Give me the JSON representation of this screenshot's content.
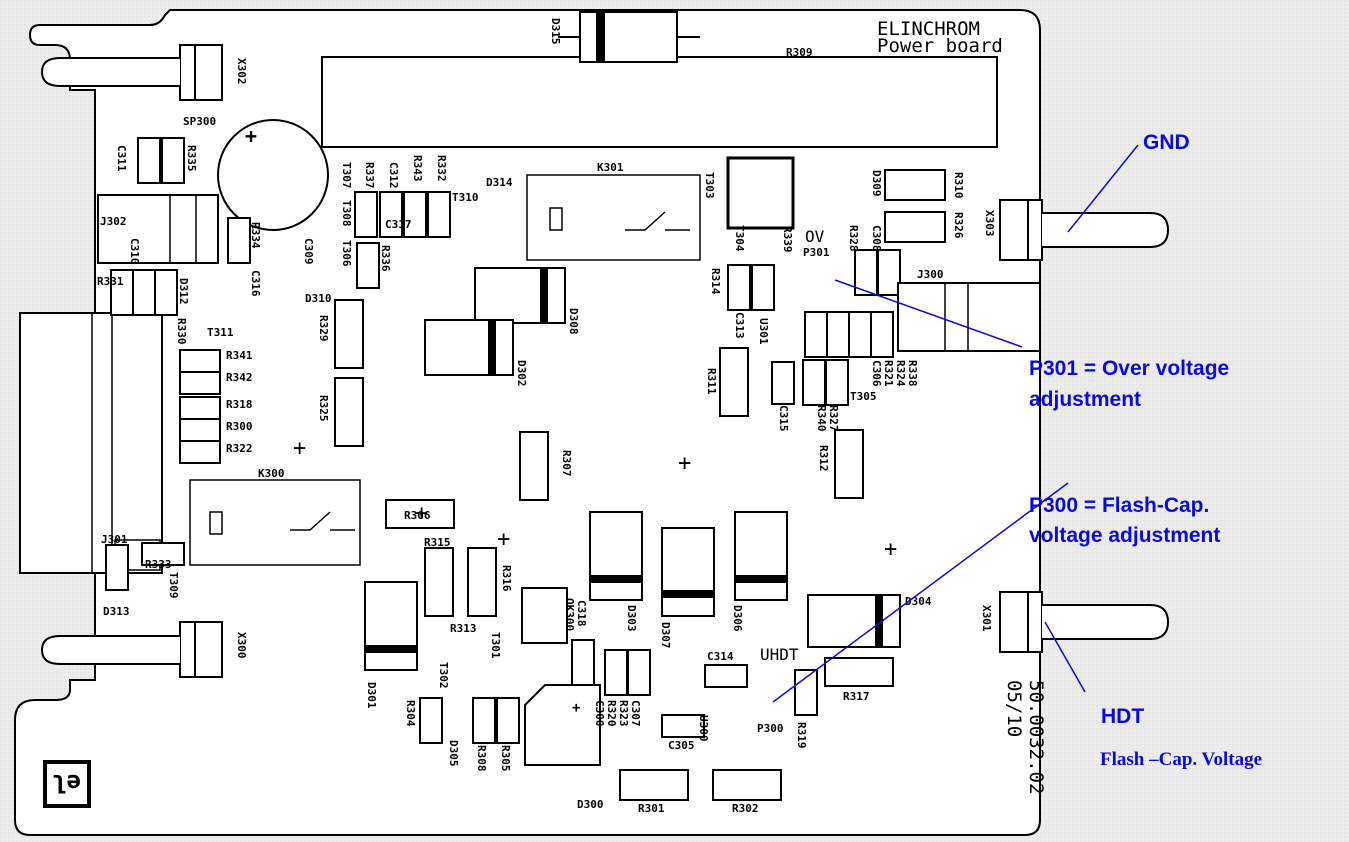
{
  "board": {
    "brand": "ELINCHROM",
    "name": "Power board",
    "part_number": "50.0032.02",
    "date_code": "05/10",
    "ov_label": "OV",
    "uhdt_label": "UHDT",
    "logo_text": "el"
  },
  "annotations": {
    "gnd": "GND",
    "p301_line1": "P301 = Over voltage",
    "p301_line2": "adjustment",
    "p300_line1": "P300 = Flash-Cap.",
    "p300_line2": "voltage adjustment",
    "hdt": "HDT",
    "flash_cap_voltage": "Flash –Cap. Voltage"
  },
  "components": {
    "D315": "D315",
    "R309": "R309",
    "X302": "X302",
    "SP300": "SP300",
    "C311": "C311",
    "R335": "R335",
    "T307": "T307",
    "R337": "R337",
    "C312": "C312",
    "R343": "R343",
    "R332": "R332",
    "T310": "T310",
    "D314": "D314",
    "K301": "K301",
    "T303": "T303",
    "D309": "D309",
    "R310": "R310",
    "R326": "R326",
    "X303": "X303",
    "J302": "J302",
    "C310": "C310",
    "R334": "R334",
    "C309": "C309",
    "T308": "T308",
    "C317": "C317",
    "T306": "T306",
    "R336": "R336",
    "T304": "T304",
    "R339": "R339",
    "P301": "P301",
    "R328": "R328",
    "C308": "C308",
    "R331": "R331",
    "D312": "D312",
    "C316": "C316",
    "D310": "D310",
    "J300": "J300",
    "R314": "R314",
    "C313": "C313",
    "U301": "U301",
    "R330": "R330",
    "T311": "T311",
    "R329": "R329",
    "D308": "D308",
    "R341": "R341",
    "R342": "R342",
    "D302": "D302",
    "R311": "R311",
    "C306": "C306",
    "R321": "R321",
    "R324": "R324",
    "R338": "R338",
    "T305": "T305",
    "C315": "C315",
    "R340": "R340",
    "R327": "R327",
    "R318": "R318",
    "R300": "R300",
    "R322": "R322",
    "R325": "R325",
    "R312": "R312",
    "R307": "R307",
    "K300": "K300",
    "R306": "R306",
    "J301": "J301",
    "R315": "R315",
    "R316": "R316",
    "R333": "R333",
    "T309": "T309",
    "D313": "D313",
    "X300": "X300",
    "C318": "C318",
    "OK300": "OK300",
    "D303": "D303",
    "D307": "D307",
    "D306": "D306",
    "D304": "D304",
    "X301": "X301",
    "R313": "R313",
    "T301": "T301",
    "T302": "T302",
    "D301": "D301",
    "C314": "C314",
    "R320": "R320",
    "R323": "R323",
    "C307": "C307",
    "C300": "C300",
    "U300": "U300",
    "P300": "P300",
    "R319": "R319",
    "R317": "R317",
    "R304": "R304",
    "D305": "D305",
    "R308": "R308",
    "R305": "R305",
    "C305": "C305",
    "D300": "D300",
    "R301": "R301",
    "R302": "R302"
  },
  "colors": {
    "annotation": "#0a0adc",
    "outline": "#000000",
    "board_fill": "#ffffff",
    "background": "#ebebeb"
  }
}
